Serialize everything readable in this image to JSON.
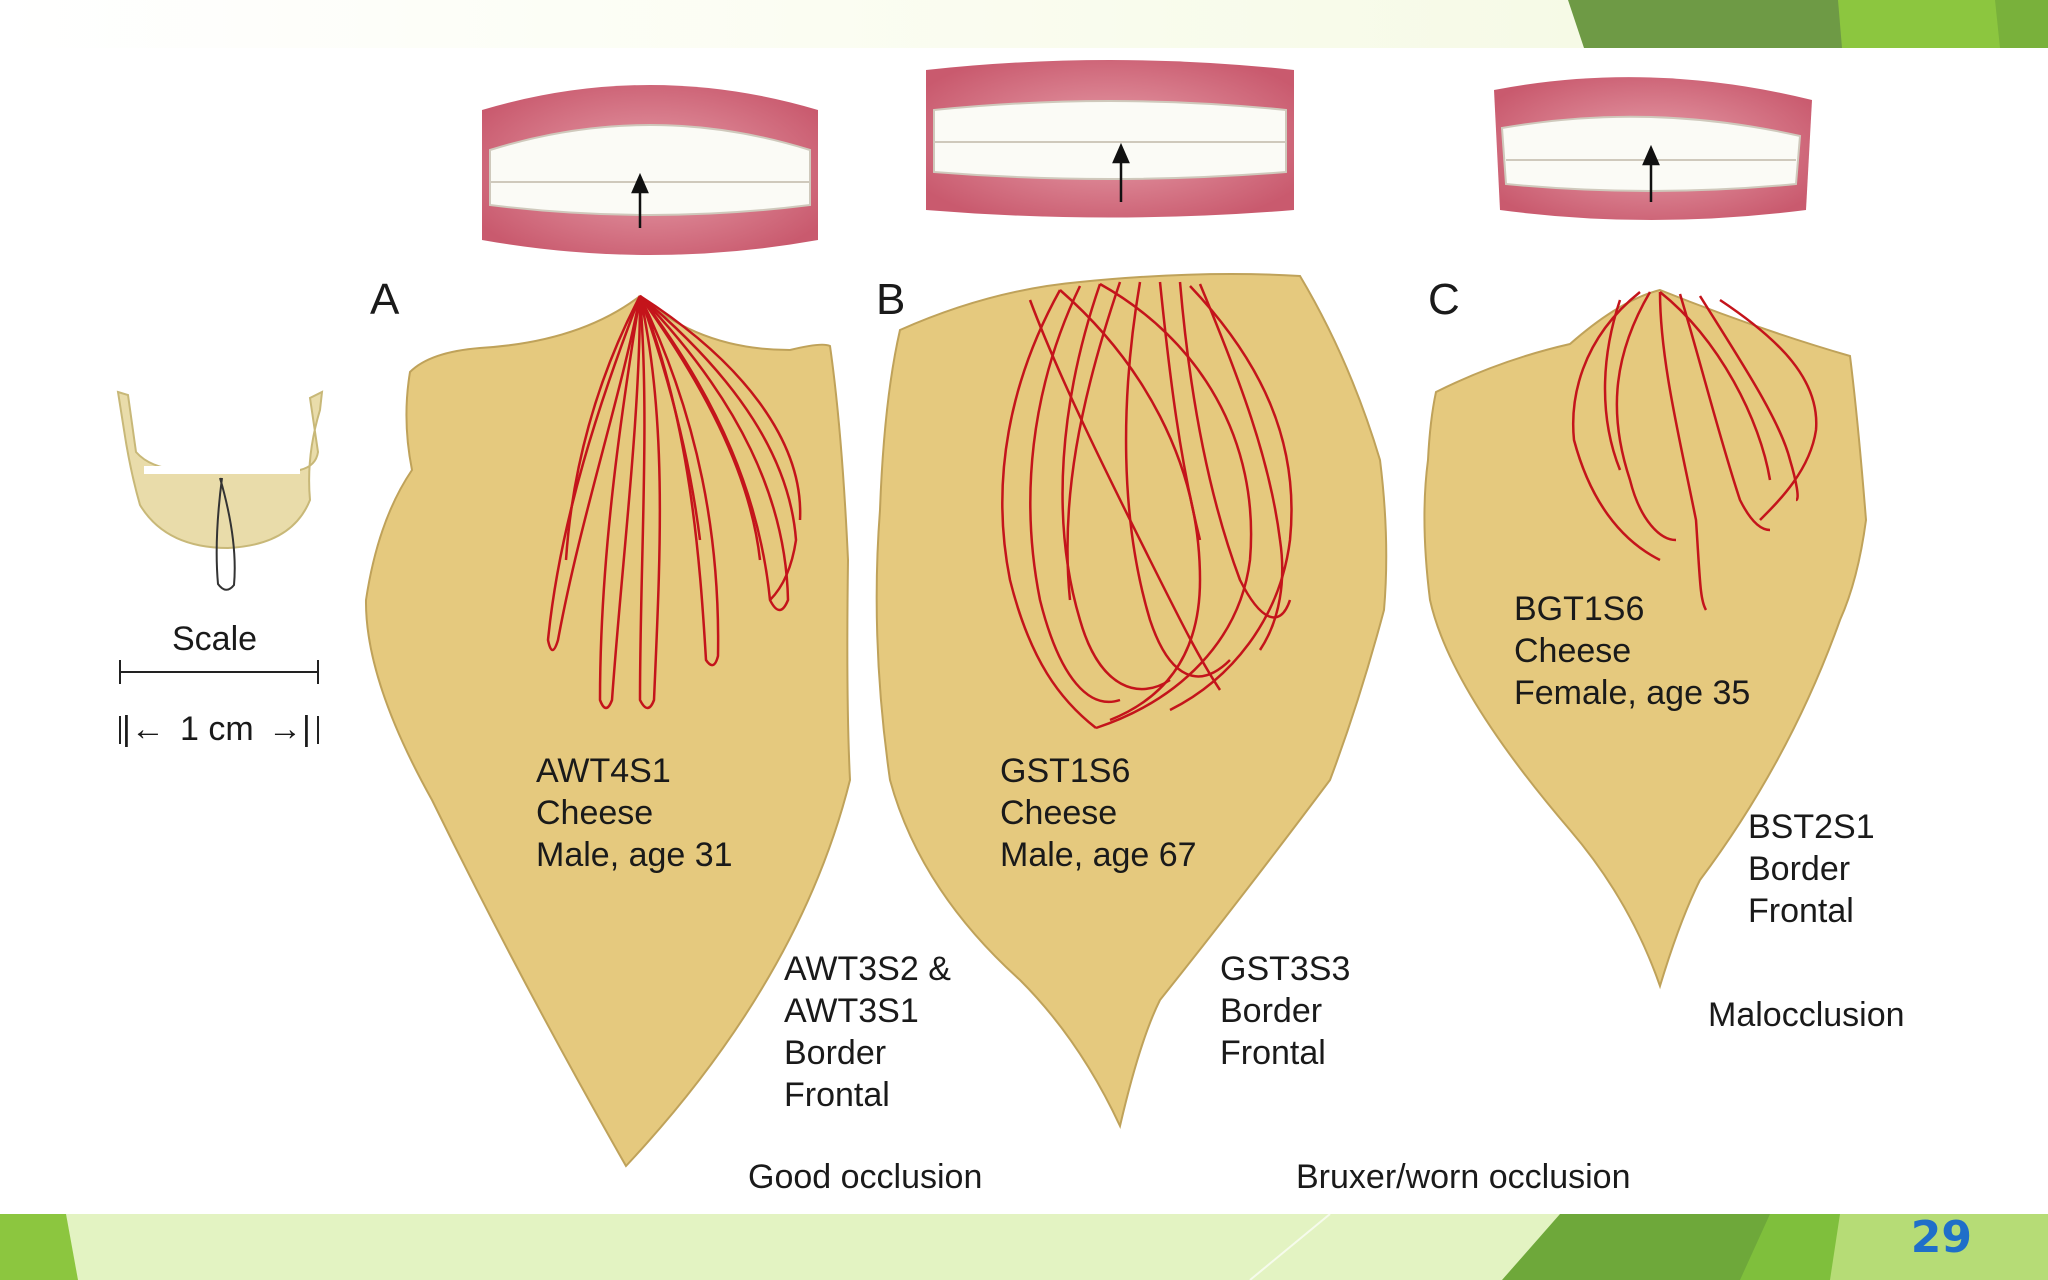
{
  "slide": {
    "page_number": "29"
  },
  "scale": {
    "title": "Scale",
    "length": "1 cm",
    "arrow_left": "|←",
    "arrow_right": "→|"
  },
  "panels": [
    {
      "letter": "A",
      "sample": [
        "AWT4S1",
        "Cheese",
        "Male, age 31"
      ],
      "border": [
        "AWT3S2 &",
        "AWT3S1",
        "Border",
        "Frontal"
      ],
      "caption": "Good occlusion"
    },
    {
      "letter": "B",
      "sample": [
        "GST1S6",
        "Cheese",
        "Male, age 67"
      ],
      "border": [
        "GST3S3",
        "Border",
        "Frontal"
      ],
      "caption": "Bruxer/worn occlusion"
    },
    {
      "letter": "C",
      "sample": [
        "BGT1S6",
        "Cheese",
        "Female, age 35"
      ],
      "border": [
        "BST2S1",
        "Border",
        "Frontal"
      ],
      "caption": "Malocclusion"
    }
  ],
  "colors": {
    "envelope_fill": "#e5c97e",
    "envelope_stroke": "#bfa25a",
    "trace": "#c4141b",
    "gum": "#d46a7c",
    "tooth": "#fbfbf6",
    "accent_green_dark": "#4e8a2f",
    "accent_green_light": "#8cc63f",
    "page_number": "#1f6fc9"
  },
  "icons": [
    "jaw-icon",
    "teeth-icon",
    "arrow-up-icon"
  ]
}
